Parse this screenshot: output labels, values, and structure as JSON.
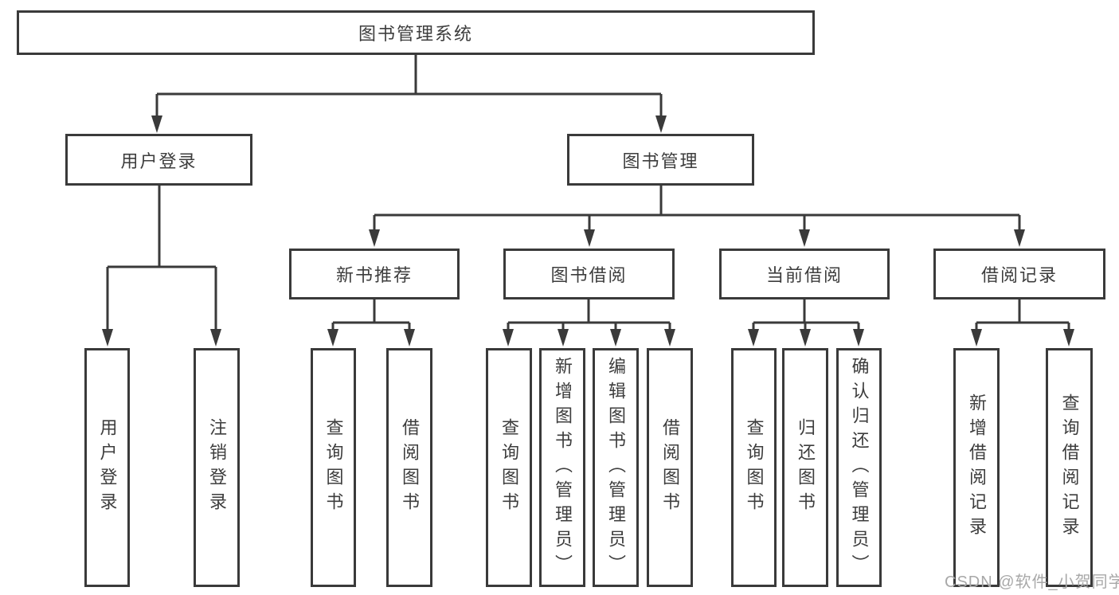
{
  "root": {
    "label": "图书管理系统"
  },
  "branches": [
    {
      "label": "用户登录",
      "children": [
        {
          "label": "用户登录"
        },
        {
          "label": "注销登录"
        }
      ]
    },
    {
      "label": "图书管理",
      "children": [
        {
          "label": "新书推荐",
          "children": [
            {
              "label": "查询图书"
            },
            {
              "label": "借阅图书"
            }
          ]
        },
        {
          "label": "图书借阅",
          "children": [
            {
              "label": "查询图书"
            },
            {
              "label": "新增图书（管理员）"
            },
            {
              "label": "编辑图书（管理员）"
            },
            {
              "label": "借阅图书"
            }
          ]
        },
        {
          "label": "当前借阅",
          "children": [
            {
              "label": "查询图书"
            },
            {
              "label": "归还图书"
            },
            {
              "label": "确认归还（管理员）"
            }
          ]
        },
        {
          "label": "借阅记录",
          "children": [
            {
              "label": "新增借阅记录"
            },
            {
              "label": "查询借阅记录"
            }
          ]
        }
      ]
    }
  ],
  "watermark": "CSDN @软件_小贺同学",
  "colors": {
    "line": "#3a3a3a",
    "text": "#3d3d3d",
    "background": "#ffffff",
    "watermark": "#a8a8a8"
  }
}
